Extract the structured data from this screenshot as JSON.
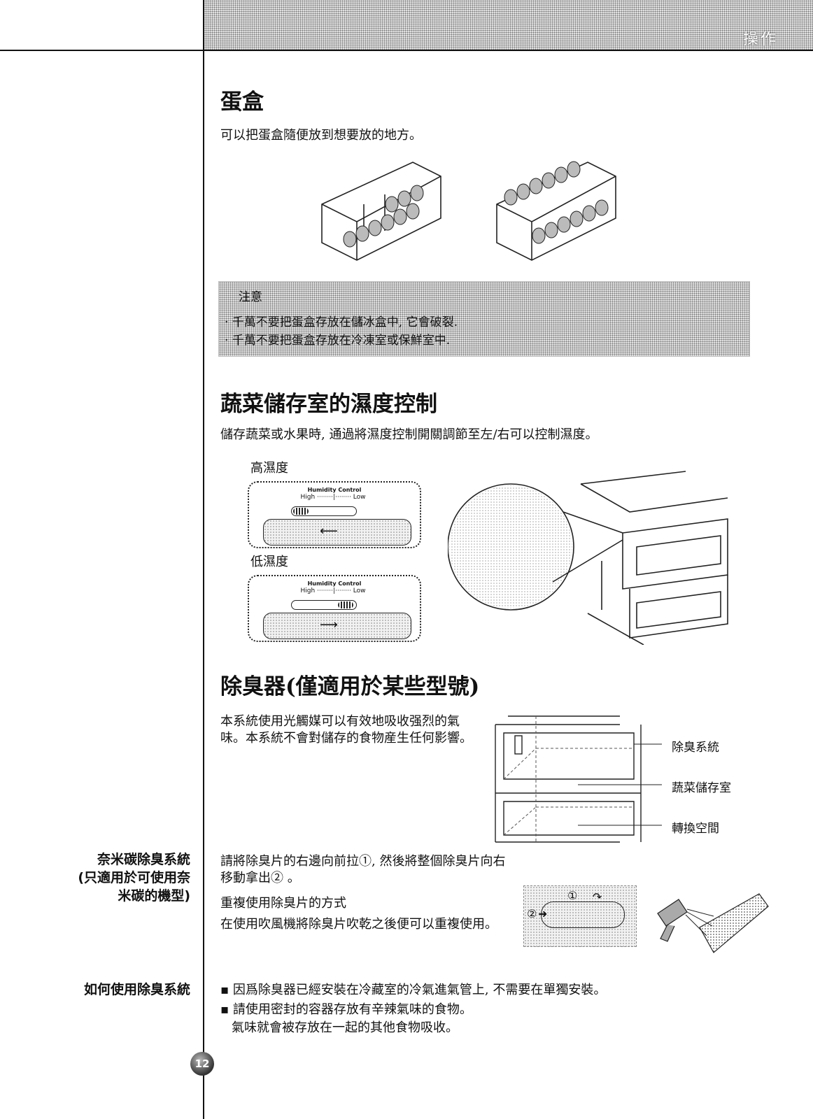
{
  "header": {
    "title": "操作"
  },
  "egg_box": {
    "heading": "蛋盒",
    "body": "可以把蛋盒隨便放到想要放的地方。"
  },
  "notice": {
    "title": "注意",
    "items": [
      "千萬不要把蛋盒存放在儲冰盒中, 它會破裂.",
      "千萬不要把蛋盒存放在冷凍室或保鮮室中."
    ]
  },
  "humidity": {
    "heading": "蔬菜儲存室的濕度控制",
    "body": "儲存蔬菜或水果時, 通過將濕度控制開關調節至左/右可以控制濕度。",
    "high_label": "高濕度",
    "low_label": "低濕度",
    "control_title": "Humidity Control",
    "scale_high": "High",
    "scale_low": "Low"
  },
  "deodorizer": {
    "heading": "除臭器(僅適用於某些型號)",
    "body": "本系統使用光觸媒可以有效地吸收强烈的氣味。本系統不會對儲存的食物産生任何影響。",
    "callouts": [
      "除臭系統",
      "蔬菜儲存室",
      "轉換空間"
    ]
  },
  "nano": {
    "side_heading_lines": [
      "奈米碳除臭系統",
      "(只適用於可使用奈",
      "米碳的機型)"
    ],
    "step_text": "請將除臭片的右邊向前拉①, 然後將整個除臭片向右移動拿出② 。",
    "reuse_title": "重複使用除臭片的方式",
    "reuse_text": "在使用吹風機將除臭片吹乾之後便可以重複使用。",
    "marker_1": "①",
    "marker_2": "②"
  },
  "how_to": {
    "side_heading": "如何使用除臭系統",
    "bullets": [
      "因爲除臭器已經安裝在冷藏室的冷氣進氣管上, 不需要在單獨安裝。",
      "請使用密封的容器存放有辛辣氣味的食物。"
    ],
    "bullet_continuation": "氣味就會被存放在一起的其他食物吸收。"
  },
  "page_number": "12"
}
